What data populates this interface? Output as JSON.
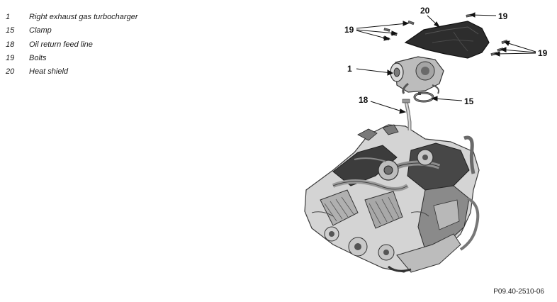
{
  "legend": [
    {
      "num": "1",
      "text": "Right exhaust gas turbocharger"
    },
    {
      "num": "15",
      "text": "Clamp"
    },
    {
      "num": "18",
      "text": "Oil return feed line"
    },
    {
      "num": "19",
      "text": "Bolts"
    },
    {
      "num": "20",
      "text": "Heat shield"
    }
  ],
  "callouts": {
    "c20": "20",
    "c19_top": "19",
    "c19_left": "19",
    "c19_right": "19",
    "c1": "1",
    "c18": "18",
    "c15": "15"
  },
  "reference_code": "P09.40-2510-06"
}
